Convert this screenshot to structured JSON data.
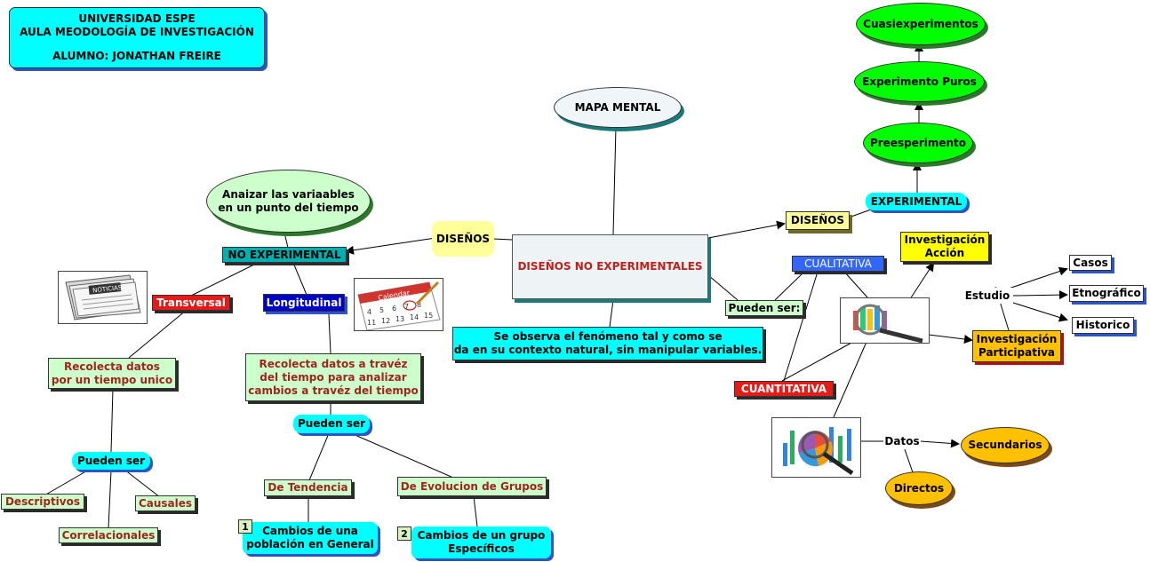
{
  "header": {
    "line1": "UNIVERSIDAD ESPE",
    "line2": "AULA MEODOLOGÍA DE INVESTIGACIÓN",
    "line3": "ALUMNO: JONATHAN FREIRE"
  },
  "nodes": {
    "central": "DISEÑOS NO EXPERIMENTALES",
    "mapa_mental": "MAPA MENTAL",
    "disenos_left": "DISEÑOS",
    "disenos_right": "DISEÑOS",
    "experimental": "EXPERIMENTAL",
    "preesperimento": "Preesperimento",
    "experimento_puros": "Experimento Puros",
    "cuasiexperimentos": "Cuasiexperimentos",
    "no_experimental": "NO EXPERIMENTAL",
    "analizar": "Anaizar las variaables\nen un punto del tiempo",
    "transversal": "Transversal",
    "longitudinal": "Longitudinal",
    "recolecta_unico": "Recolecta datos\npor un tiempo unico",
    "recolecta_traves": "Recolecta datos a travéz\ndel tiempo para analizar\ncambios a travéz del tiempo",
    "pueden_ser_1": "Pueden ser",
    "pueden_ser_2": "Pueden ser",
    "descriptivos": "Descriptivos",
    "causales": "Causales",
    "correlacionales": "Correlacionales",
    "de_tendencia": "De Tendencia",
    "de_evolucion": "De Evolucion de Grupos",
    "cambios_poblacion": "Cambios de una\npoblación en General",
    "cambios_grupo": "Cambios de un grupo\nEspecíficos",
    "badge_1": "1",
    "badge_2": "2",
    "se_observa": "Se observa el fenómeno tal y como se\nda en su contexto natural, sin manipular variables.",
    "pueden_ser_right": "Pueden ser:",
    "cualitativa": "CUALITATIVA",
    "cuantitativa": "CUANTITATIVA",
    "investigacion_accion": "Investigación\nAcción",
    "investigacion_participativa": "Investigación\nParticipativa",
    "estudio": "Estudio",
    "casos": "Casos",
    "etnografico": "Etnográfico",
    "historico": "Historico",
    "datos": "Datos",
    "secundarios": "Secundarios",
    "directos": "Directos"
  },
  "images": {
    "newspaper": "newspaper-icon",
    "calendar": "calendar-icon",
    "calendar_label": "Calendar",
    "people_search": "people-magnifier-icon",
    "chart_search": "chart-magnifier-icon",
    "noticias": "NOTICIAS"
  },
  "colors": {
    "cyan": "#00ffff",
    "yellow_light": "#ffff99",
    "green": "#00ff00",
    "light_green": "#ccffcc",
    "red": "#e41b17",
    "navy": "#0000cc",
    "blue": "#3366ff",
    "orange": "#ffc000",
    "teal": "#00b0b0",
    "dark_red_text": "#a0251f"
  }
}
